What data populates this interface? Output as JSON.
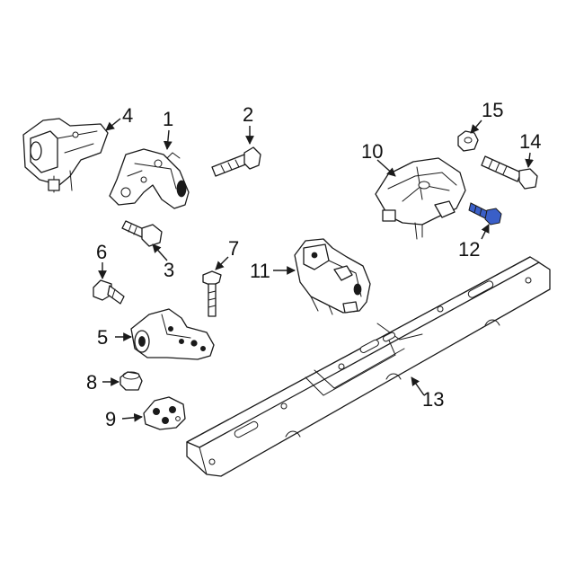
{
  "callouts": {
    "c1": "1",
    "c2": "2",
    "c3": "3",
    "c4": "4",
    "c5": "5",
    "c6": "6",
    "c7": "7",
    "c8": "8",
    "c9": "9",
    "c10": "10",
    "c11": "11",
    "c12": "12",
    "c13": "13",
    "c14": "14",
    "c15": "15"
  },
  "colors": {
    "line": "#1a1a1a",
    "highlight": "#3a5fc8",
    "background": "#ffffff"
  }
}
